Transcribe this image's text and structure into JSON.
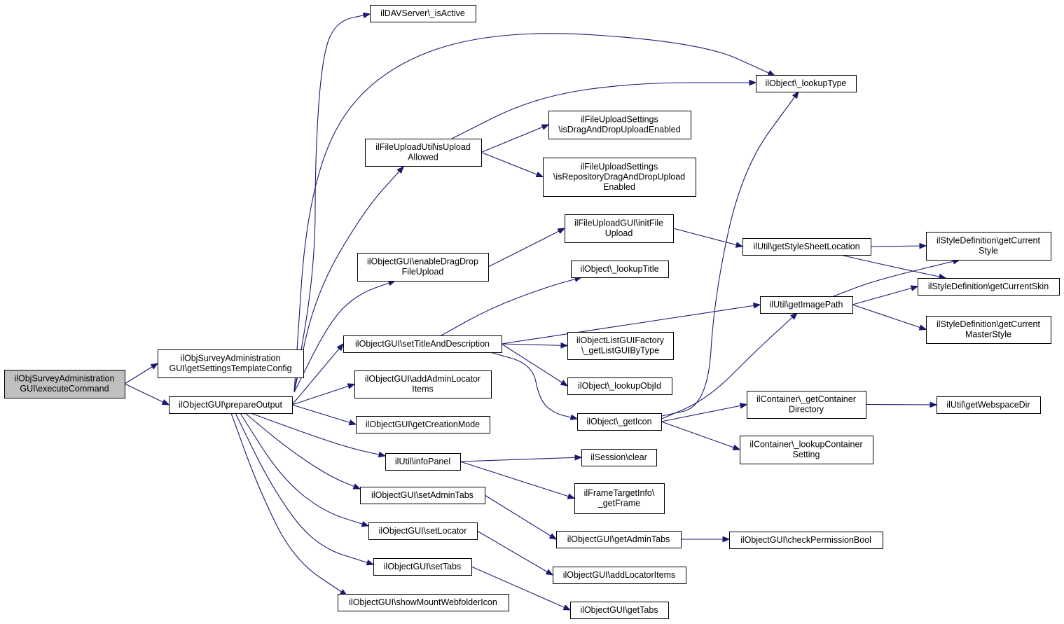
{
  "diagram": {
    "nodes": [
      {
        "id": "exec",
        "lines": [
          "ilObjSurveyAdministration",
          "GUI\\executeCommand"
        ],
        "root": true
      },
      {
        "id": "getSettings",
        "lines": [
          "ilObjSurveyAdministration",
          "GUI\\getSettingsTemplateConfig"
        ]
      },
      {
        "id": "prepare",
        "lines": [
          "ilObjectGUI\\prepareOutput"
        ]
      },
      {
        "id": "davActive",
        "lines": [
          "ilDAVServer\\_isActive"
        ]
      },
      {
        "id": "lookupType",
        "lines": [
          "ilObject\\_lookupType"
        ]
      },
      {
        "id": "isUploadAllowed",
        "lines": [
          "ilFileUploadUtil\\isUpload",
          "Allowed"
        ]
      },
      {
        "id": "dnd",
        "lines": [
          "ilFileUploadSettings",
          "\\isDragAndDropUploadEnabled"
        ]
      },
      {
        "id": "repoDnd",
        "lines": [
          "ilFileUploadSettings",
          "\\isRepositoryDragAndDropUpload",
          "Enabled"
        ]
      },
      {
        "id": "initFileUpload",
        "lines": [
          "ilFileUploadGUI\\initFile",
          "Upload"
        ]
      },
      {
        "id": "enableDragDrop",
        "lines": [
          "ilObjectGUI\\enableDragDrop",
          "FileUpload"
        ]
      },
      {
        "id": "lookupTitle",
        "lines": [
          "ilObject\\_lookupTitle"
        ]
      },
      {
        "id": "styleSheet",
        "lines": [
          "ilUtil\\getStyleSheetLocation"
        ]
      },
      {
        "id": "currentStyle",
        "lines": [
          "ilStyleDefinition\\getCurrent",
          "Style"
        ]
      },
      {
        "id": "currentSkin",
        "lines": [
          "ilStyleDefinition\\getCurrentSkin"
        ]
      },
      {
        "id": "imagePath",
        "lines": [
          "ilUtil\\getImagePath"
        ]
      },
      {
        "id": "masterStyle",
        "lines": [
          "ilStyleDefinition\\getCurrent",
          "MasterStyle"
        ]
      },
      {
        "id": "setTitle",
        "lines": [
          "ilObjectGUI\\setTitleAndDescription"
        ]
      },
      {
        "id": "listGui",
        "lines": [
          "ilObjectListGUIFactory",
          "\\_getListGUIByType"
        ]
      },
      {
        "id": "lookupObjId",
        "lines": [
          "ilObject\\_lookupObjId"
        ]
      },
      {
        "id": "adminLocator",
        "lines": [
          "ilObjectGUI\\addAdminLocator",
          "Items"
        ]
      },
      {
        "id": "creationMode",
        "lines": [
          "ilObjectGUI\\getCreationMode"
        ]
      },
      {
        "id": "getIcon",
        "lines": [
          "ilObject\\_getIcon"
        ]
      },
      {
        "id": "containerDir",
        "lines": [
          "ilContainer\\_getContainer",
          "Directory"
        ]
      },
      {
        "id": "webspaceDir",
        "lines": [
          "ilUtil\\getWebspaceDir"
        ]
      },
      {
        "id": "lookupContainer",
        "lines": [
          "ilContainer\\_lookupContainer",
          "Setting"
        ]
      },
      {
        "id": "infoPanel",
        "lines": [
          "ilUtil\\infoPanel"
        ]
      },
      {
        "id": "sessionClear",
        "lines": [
          "ilSession\\clear"
        ]
      },
      {
        "id": "frameTarget",
        "lines": [
          "ilFrameTargetInfo\\",
          "_getFrame"
        ]
      },
      {
        "id": "setAdminTabs",
        "lines": [
          "ilObjectGUI\\setAdminTabs"
        ]
      },
      {
        "id": "getAdminTabs",
        "lines": [
          "ilObjectGUI\\getAdminTabs"
        ]
      },
      {
        "id": "checkPerm",
        "lines": [
          "ilObjectGUI\\checkPermissionBool"
        ]
      },
      {
        "id": "setLocator",
        "lines": [
          "ilObjectGUI\\setLocator"
        ]
      },
      {
        "id": "addLocator",
        "lines": [
          "ilObjectGUI\\addLocatorItems"
        ]
      },
      {
        "id": "setTabs",
        "lines": [
          "ilObjectGUI\\setTabs"
        ]
      },
      {
        "id": "getTabs",
        "lines": [
          "ilObjectGUI\\getTabs"
        ]
      },
      {
        "id": "webfolder",
        "lines": [
          "ilObjectGUI\\showMountWebfolderIcon"
        ]
      }
    ],
    "edges": [
      [
        "exec",
        "getSettings"
      ],
      [
        "exec",
        "prepare"
      ],
      [
        "prepare",
        "davActive"
      ],
      [
        "prepare",
        "lookupType"
      ],
      [
        "prepare",
        "isUploadAllowed"
      ],
      [
        "prepare",
        "enableDragDrop"
      ],
      [
        "prepare",
        "setTitle"
      ],
      [
        "prepare",
        "adminLocator"
      ],
      [
        "prepare",
        "creationMode"
      ],
      [
        "prepare",
        "infoPanel"
      ],
      [
        "prepare",
        "setAdminTabs"
      ],
      [
        "prepare",
        "setLocator"
      ],
      [
        "prepare",
        "setTabs"
      ],
      [
        "prepare",
        "webfolder"
      ],
      [
        "isUploadAllowed",
        "lookupType"
      ],
      [
        "isUploadAllowed",
        "dnd"
      ],
      [
        "isUploadAllowed",
        "repoDnd"
      ],
      [
        "enableDragDrop",
        "initFileUpload"
      ],
      [
        "initFileUpload",
        "styleSheet"
      ],
      [
        "styleSheet",
        "currentStyle"
      ],
      [
        "styleSheet",
        "currentSkin"
      ],
      [
        "setTitle",
        "lookupTitle"
      ],
      [
        "setTitle",
        "imagePath"
      ],
      [
        "setTitle",
        "listGui"
      ],
      [
        "setTitle",
        "lookupObjId"
      ],
      [
        "setTitle",
        "getIcon"
      ],
      [
        "imagePath",
        "currentStyle"
      ],
      [
        "imagePath",
        "currentSkin"
      ],
      [
        "imagePath",
        "masterStyle"
      ],
      [
        "getIcon",
        "lookupType"
      ],
      [
        "getIcon",
        "imagePath"
      ],
      [
        "getIcon",
        "containerDir"
      ],
      [
        "getIcon",
        "lookupContainer"
      ],
      [
        "containerDir",
        "webspaceDir"
      ],
      [
        "infoPanel",
        "sessionClear"
      ],
      [
        "infoPanel",
        "frameTarget"
      ],
      [
        "setAdminTabs",
        "getAdminTabs"
      ],
      [
        "getAdminTabs",
        "checkPerm"
      ],
      [
        "setLocator",
        "addLocator"
      ],
      [
        "setTabs",
        "getTabs"
      ]
    ],
    "colors": {
      "edge": "#191970",
      "root_fill": "#bfbfbf",
      "node_fill": "#ffffff",
      "border": "#000000"
    }
  }
}
